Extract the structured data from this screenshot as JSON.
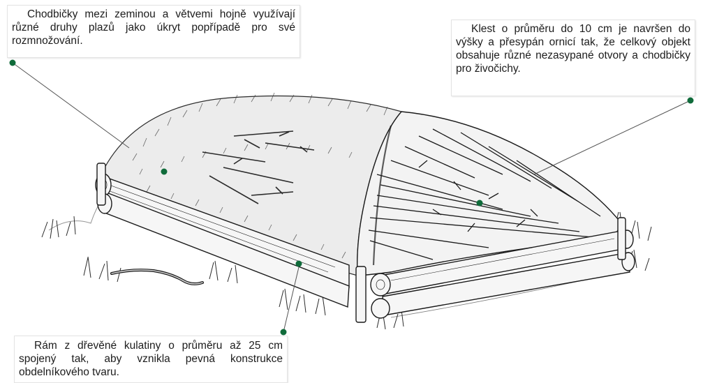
{
  "callouts": {
    "top_left": "Chodbičky mezi zeminou a větvemi hojně využívají různé druhy plazů jako úkryt popřípadě pro své rozmnožování.",
    "top_right": "Klest o průměru do 10 cm je navršen do výšky a přesypán ornicí tak, že celkový objekt obsahuje různé nezasypané otvory a chodbičky pro živočichy.",
    "bottom": "Rám z dřevěné kulatiny o průměru až 25 cm spojený tak, aby vznikla pevná konstrukce obdelníkového tvaru."
  },
  "colors": {
    "marker": "#0f6b3a",
    "ink": "#1a1a1a",
    "leader": "#555555"
  }
}
